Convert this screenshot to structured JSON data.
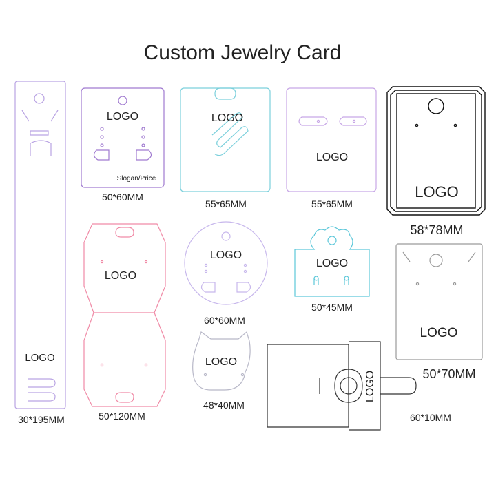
{
  "title": "Custom Jewelry Card",
  "logo_text": "LOGO",
  "slogan_text": "Slogan/Price",
  "cards": [
    {
      "id": "long-strip",
      "size": "30*195MM",
      "color": "#b9a3e3"
    },
    {
      "id": "earring-slogan",
      "size": "50*60MM",
      "color": "#a07ad0"
    },
    {
      "id": "wave-hanger",
      "size": "55*65MM",
      "color": "#7cd0dc"
    },
    {
      "id": "slot-hanger",
      "size": "55*65MM",
      "color": "#c7a6e6"
    },
    {
      "id": "framed",
      "size": "58*78MM",
      "color": "#111111"
    },
    {
      "id": "hexagon-fold",
      "size": "50*120MM",
      "color": "#f08aa6"
    },
    {
      "id": "round",
      "size": "60*60MM",
      "color": "#c7b7ec"
    },
    {
      "id": "cloud-top",
      "size": "50*45MM",
      "color": "#5cc7d9"
    },
    {
      "id": "plain-earring",
      "size": "50*70MM",
      "color": "#9a9a9a"
    },
    {
      "id": "cat-head",
      "size": "48*40MM",
      "color": "#b8b8c8"
    },
    {
      "id": "fold-tab",
      "size": "60*10MM",
      "color": "#333333"
    }
  ]
}
